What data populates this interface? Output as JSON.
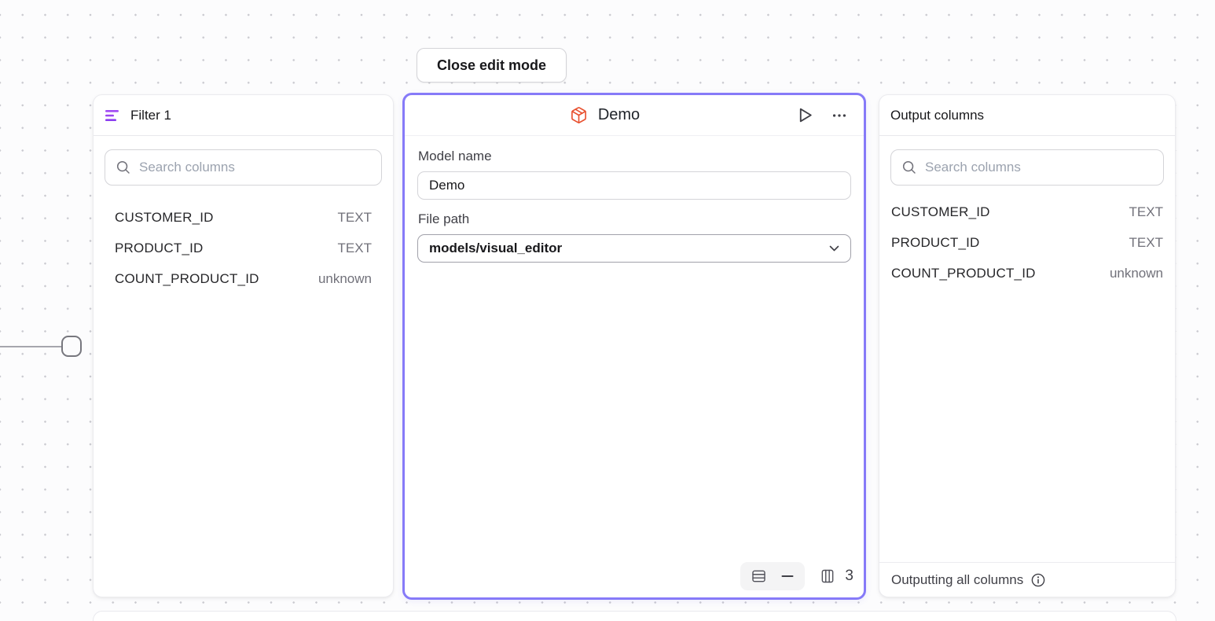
{
  "toolbar": {
    "close_button_label": "Close edit mode"
  },
  "filter_panel": {
    "title": "Filter 1",
    "search_placeholder": "Search columns",
    "columns": [
      {
        "name": "CUSTOMER_ID",
        "type": "TEXT"
      },
      {
        "name": "PRODUCT_ID",
        "type": "TEXT"
      },
      {
        "name": "COUNT_PRODUCT_ID",
        "type": "unknown"
      }
    ]
  },
  "model_panel": {
    "title": "Demo",
    "model_name_label": "Model name",
    "model_name_value": "Demo",
    "file_path_label": "File path",
    "file_path_value": "models/visual_editor",
    "column_count": "3"
  },
  "output_panel": {
    "title": "Output columns",
    "search_placeholder": "Search columns",
    "columns": [
      {
        "name": "CUSTOMER_ID",
        "type": "TEXT"
      },
      {
        "name": "PRODUCT_ID",
        "type": "TEXT"
      },
      {
        "name": "COUNT_PRODUCT_ID",
        "type": "unknown"
      }
    ],
    "footer_text": "Outputting all columns"
  },
  "colors": {
    "selected_node_border": "#867af8",
    "filter_icon": "#a14bf4",
    "model_icon": "#e8502f",
    "page_background": "#fcfcfd",
    "dot_grid": "#c9c9cf"
  }
}
